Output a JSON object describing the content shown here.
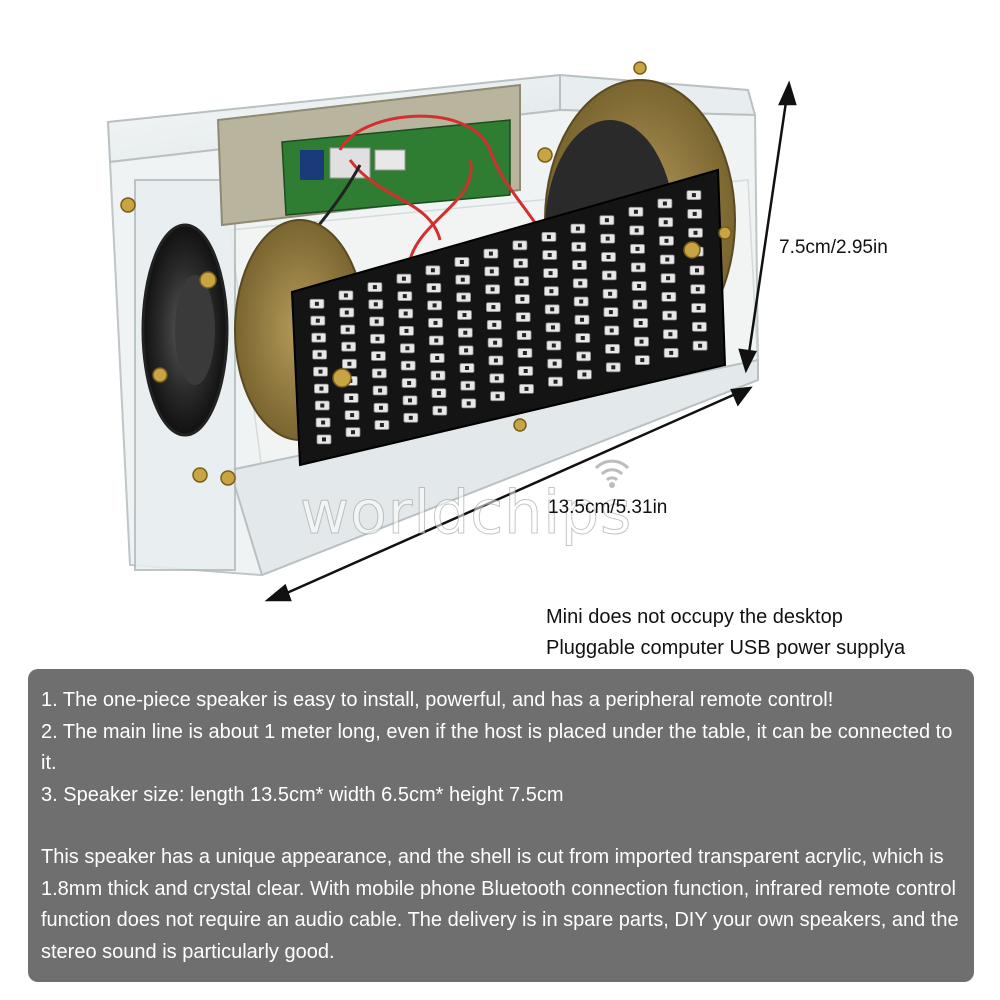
{
  "dimensions": {
    "height": "7.5cm/2.95in",
    "length": "13.5cm/5.31in"
  },
  "watermark": "worldchips",
  "features": [
    "Mini does not occupy the desktop",
    "Pluggable computer USB power supplya"
  ],
  "specs": [
    "1. The one-piece speaker is easy to install, powerful, and has a peripheral remote control!",
    "2. The main line is about 1 meter long, even if the host is placed under the table, it can be connected to it.",
    "3. Speaker size: length 13.5cm* width 6.5cm* height 7.5cm"
  ],
  "description": "This speaker has a unique appearance, and the shell is cut from imported transparent acrylic, which is 1.8mm thick and crystal clear. With mobile phone Bluetooth connection function, infrared remote control function does not require an audio cable. The delivery is in spare parts, DIY your own speakers, and the stereo sound is particularly good.",
  "colors": {
    "panel_background": "#6f6f6f",
    "panel_text": "#ffffff",
    "led_panel": "#141414",
    "pcb": "#2e7d32",
    "wire_red": "#d32f2f"
  }
}
